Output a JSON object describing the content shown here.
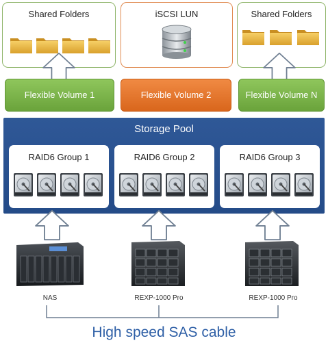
{
  "top": {
    "left_title": "Shared Folders",
    "middle_title": "iSCSI LUN",
    "right_title": "Shared Folders"
  },
  "volumes": {
    "v1": "Flexible Volume 1",
    "v2": "Flexible Volume 2",
    "vn": "Flexible Volume N"
  },
  "pool": {
    "title": "Storage Pool",
    "groups": [
      "RAID6 Group 1",
      "RAID6 Group 2",
      "RAID6 Group 3"
    ]
  },
  "devices": {
    "nas": "NAS",
    "rexp1": "REXP-1000 Pro",
    "rexp2": "REXP-1000 Pro"
  },
  "cable": "High speed SAS cable",
  "colors": {
    "green": "#7ab648",
    "orange": "#e8772e",
    "pool_blue": "#2b5494",
    "cable_text": "#2e5fa6"
  }
}
